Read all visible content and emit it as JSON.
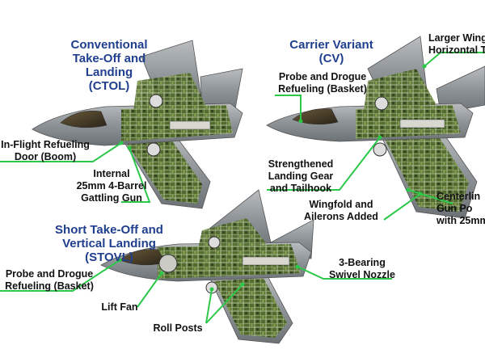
{
  "titles": {
    "ctol": [
      "Conventional",
      "Take-Off and",
      "Landing",
      "(CTOL)"
    ],
    "cv": [
      "Carrier Variant",
      "(CV)"
    ],
    "stovl": [
      "Short Take-Off and",
      "Vertical Landing",
      "(STOVL)"
    ]
  },
  "labels": {
    "inflight_refueling": [
      "In-Flight Refueling",
      "Door (Boom)"
    ],
    "internal_gun": [
      "Internal",
      "25mm 4-Barrel",
      "Gattling Gun"
    ],
    "cv_probe": [
      "Probe and Drogue",
      "Refueling (Basket)"
    ],
    "larger_wing": [
      "Larger Wing",
      "Horizontal Ta"
    ],
    "strengthened_gear": [
      "Strengthened",
      "Landing Gear",
      "and Tailhook"
    ],
    "wingfold": [
      "Wingfold and",
      "Ailerons Added"
    ],
    "centerline_gun": [
      "Centerlin",
      "Gun Po",
      "with 25mm"
    ],
    "stovl_probe": [
      "Probe and Drogue",
      "Refueling (Basket)"
    ],
    "swivel_nozzle": [
      "3-Bearing",
      "Swivel Nozzle"
    ],
    "lift_fan": "Lift Fan",
    "roll_posts": "Roll Posts"
  },
  "colors": {
    "title": "#1f3f8e",
    "leader_line": "#2cc84a",
    "airframe": "#8a8f93",
    "cutaway": "#6f8f3a"
  }
}
